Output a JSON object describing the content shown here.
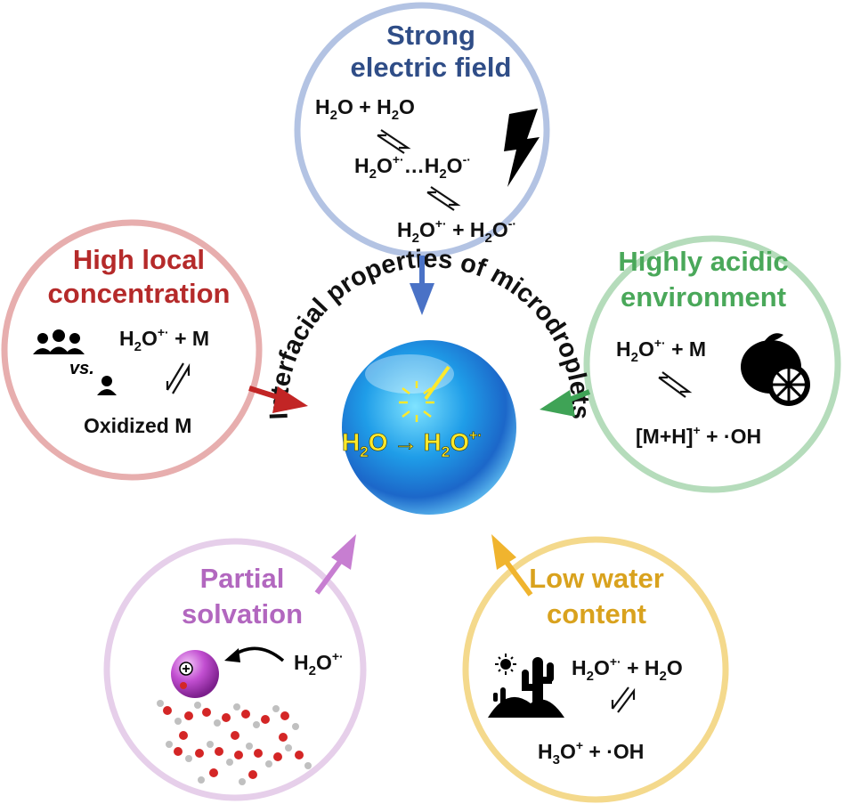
{
  "center": {
    "arc_label": "Interfacial properties of microdroplets",
    "reaction": {
      "lhs_base": "H",
      "lhs_sub": "2",
      "lhs_tail": "O",
      "arrow": "→",
      "rhs_base": "H",
      "rhs_sub": "2",
      "rhs_tail": "O",
      "rhs_sup": "+·"
    }
  },
  "nodes": {
    "electric": {
      "title_line1": "Strong",
      "title_line2": "electric field",
      "color": "#2f4d87",
      "ring_color": "#b3c3e3",
      "icon": "lightning-bolt-icon",
      "eq1": {
        "a": "H",
        "a_sub": "2",
        "b": "O + H",
        "b_sub": "2",
        "c": "O"
      },
      "eq2": {
        "a": "H",
        "a_sub": "2",
        "b": "O",
        "b_sup": "+·",
        "c": "…H",
        "c_sub": "2",
        "d": "O",
        "d_sup": "-·"
      },
      "eq3": {
        "a": "H",
        "a_sub": "2",
        "b": "O",
        "b_sup": "+·",
        "c": " + H",
        "c_sub": "2",
        "d": "O",
        "d_sup": "-·"
      }
    },
    "acidic": {
      "title_line1": "Highly acidic",
      "title_line2": "environment",
      "color": "#4aa85a",
      "ring_color": "#b5dcbb",
      "icon": "lemon-icon",
      "eq1": {
        "a": "H",
        "a_sub": "2",
        "b": "O",
        "b_sup": "+·",
        "c": " + M"
      },
      "eq2": {
        "a": "[M+H]",
        "a_sup": "+",
        "b": " + ·OH"
      }
    },
    "low_water": {
      "title_line1": "Low water",
      "title_line2": "content",
      "color": "#d9a21e",
      "ring_color": "#f4d98c",
      "icon": "desert-cactus-icon",
      "eq1": {
        "a": "H",
        "a_sub": "2",
        "b": "O",
        "b_sup": "+·",
        "c": " + H",
        "c_sub": "2",
        "d": "O"
      },
      "eq2": {
        "a": "H",
        "a_sub": "3",
        "b": "O",
        "b_sup": "+",
        "c": " + ·OH"
      }
    },
    "partial": {
      "title_line1": "Partial",
      "title_line2": "solvation",
      "color": "#b267bf",
      "ring_color": "#e6cfea",
      "icon": "solvated-ion-icon",
      "eq1": {
        "a": "H",
        "a_sub": "2",
        "b": "O",
        "b_sup": "+·"
      }
    },
    "local": {
      "title_line1": "High local",
      "title_line2": "concentration",
      "color": "#b52a2a",
      "ring_color": "#e7aeae",
      "icon": "people-group-icon",
      "vs_label": "vs.",
      "eq1": {
        "a": "H",
        "a_sub": "2",
        "b": "O",
        "b_sup": "+·",
        "c": " + M"
      },
      "eq2": {
        "a": "Oxidized M"
      }
    }
  }
}
